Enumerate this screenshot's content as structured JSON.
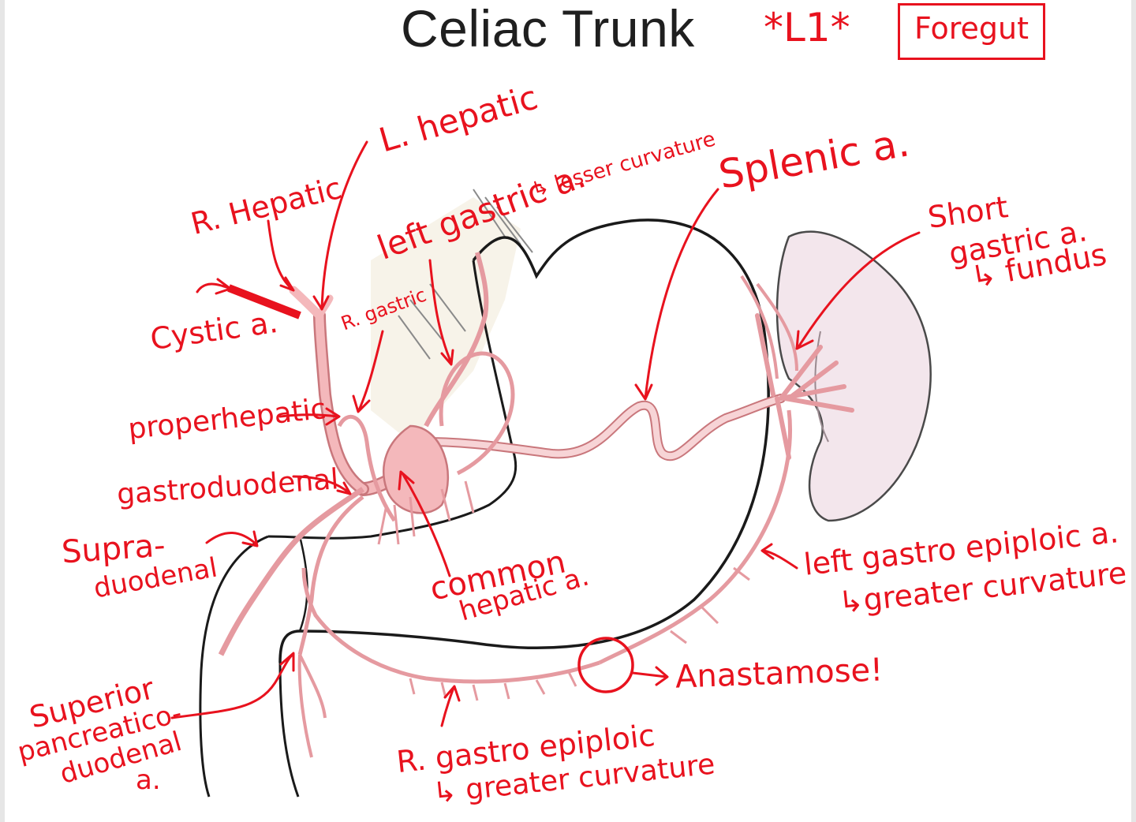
{
  "title": "Celiac Trunk",
  "tag_level": "*L1*",
  "tag_region": "Foregut",
  "labels": {
    "r_hepatic": "R. Hepatic",
    "l_hepatic": "L. hepatic",
    "left_gastric": "left gastric a.",
    "left_gastric_note": "↳ lesser curvature",
    "splenic": "Splenic a.",
    "short_gastric_1": "Short",
    "short_gastric_2": "gastric a.",
    "short_gastric_3": "↳ fundus",
    "cystic": "Cystic a.",
    "r_gastric": "R. gastric",
    "proper_hepatic": "properhepatic",
    "gastroduodenal": "gastroduodenal",
    "supraduodenal_1": "Supra-",
    "supraduodenal_2": "duodenal",
    "common_hepatic_1": "common",
    "common_hepatic_2": "hepatic a.",
    "left_gastroepiploic_1": "left gastro epiploic a.",
    "left_gastroepiploic_2": "↳greater curvature",
    "anastomose": "Anastamose!",
    "sup_pancreatico_1": "Superior",
    "sup_pancreatico_2": "pancreatico-",
    "sup_pancreatico_3": "duodenal",
    "sup_pancreatico_4": "a.",
    "r_gastroepiploic_1": "R. gastro epiploic",
    "r_gastroepiploic_2": "↳ greater curvature"
  },
  "colors": {
    "annotation": "#e8121e",
    "artery": "#f4b8bb",
    "artery_stroke": "#c9777c",
    "spleen": "#f3e6ec",
    "outline": "#1a1a1a"
  }
}
